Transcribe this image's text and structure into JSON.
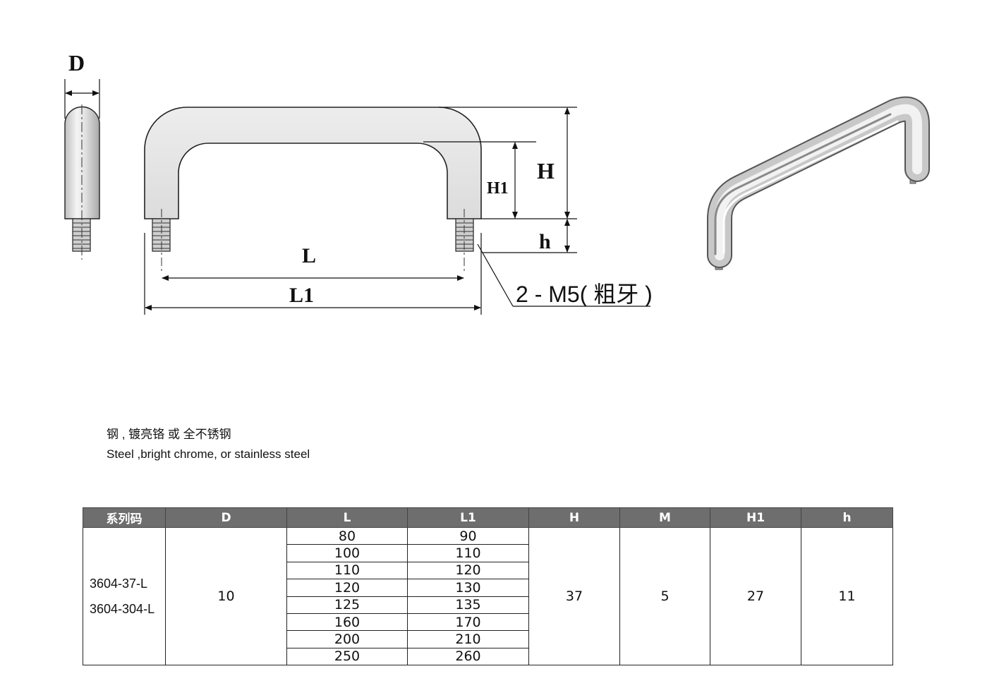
{
  "drawing": {
    "labels": {
      "D": "D",
      "H": "H",
      "H1": "H1",
      "h": "h",
      "L": "L",
      "L1": "L1",
      "thread": "2 - M5( 粗牙 )"
    }
  },
  "material": {
    "zh": "钢 , 镀亮铬 或 全不锈钢",
    "en": "Steel ,bright chrome, or stainless steel"
  },
  "table": {
    "headers": [
      "系列码",
      "D",
      "L",
      "L1",
      "H",
      "M",
      "H1",
      "h"
    ],
    "codes": [
      "3604-37-L",
      "3604-304-L"
    ],
    "D": "10",
    "rows": [
      {
        "L": "80",
        "L1": "90"
      },
      {
        "L": "100",
        "L1": "110"
      },
      {
        "L": "110",
        "L1": "120"
      },
      {
        "L": "120",
        "L1": "130"
      },
      {
        "L": "125",
        "L1": "135"
      },
      {
        "L": "160",
        "L1": "170"
      },
      {
        "L": "200",
        "L1": "210"
      },
      {
        "L": "250",
        "L1": "260"
      }
    ],
    "H": "37",
    "M": "5",
    "H1": "27",
    "h": "11"
  }
}
